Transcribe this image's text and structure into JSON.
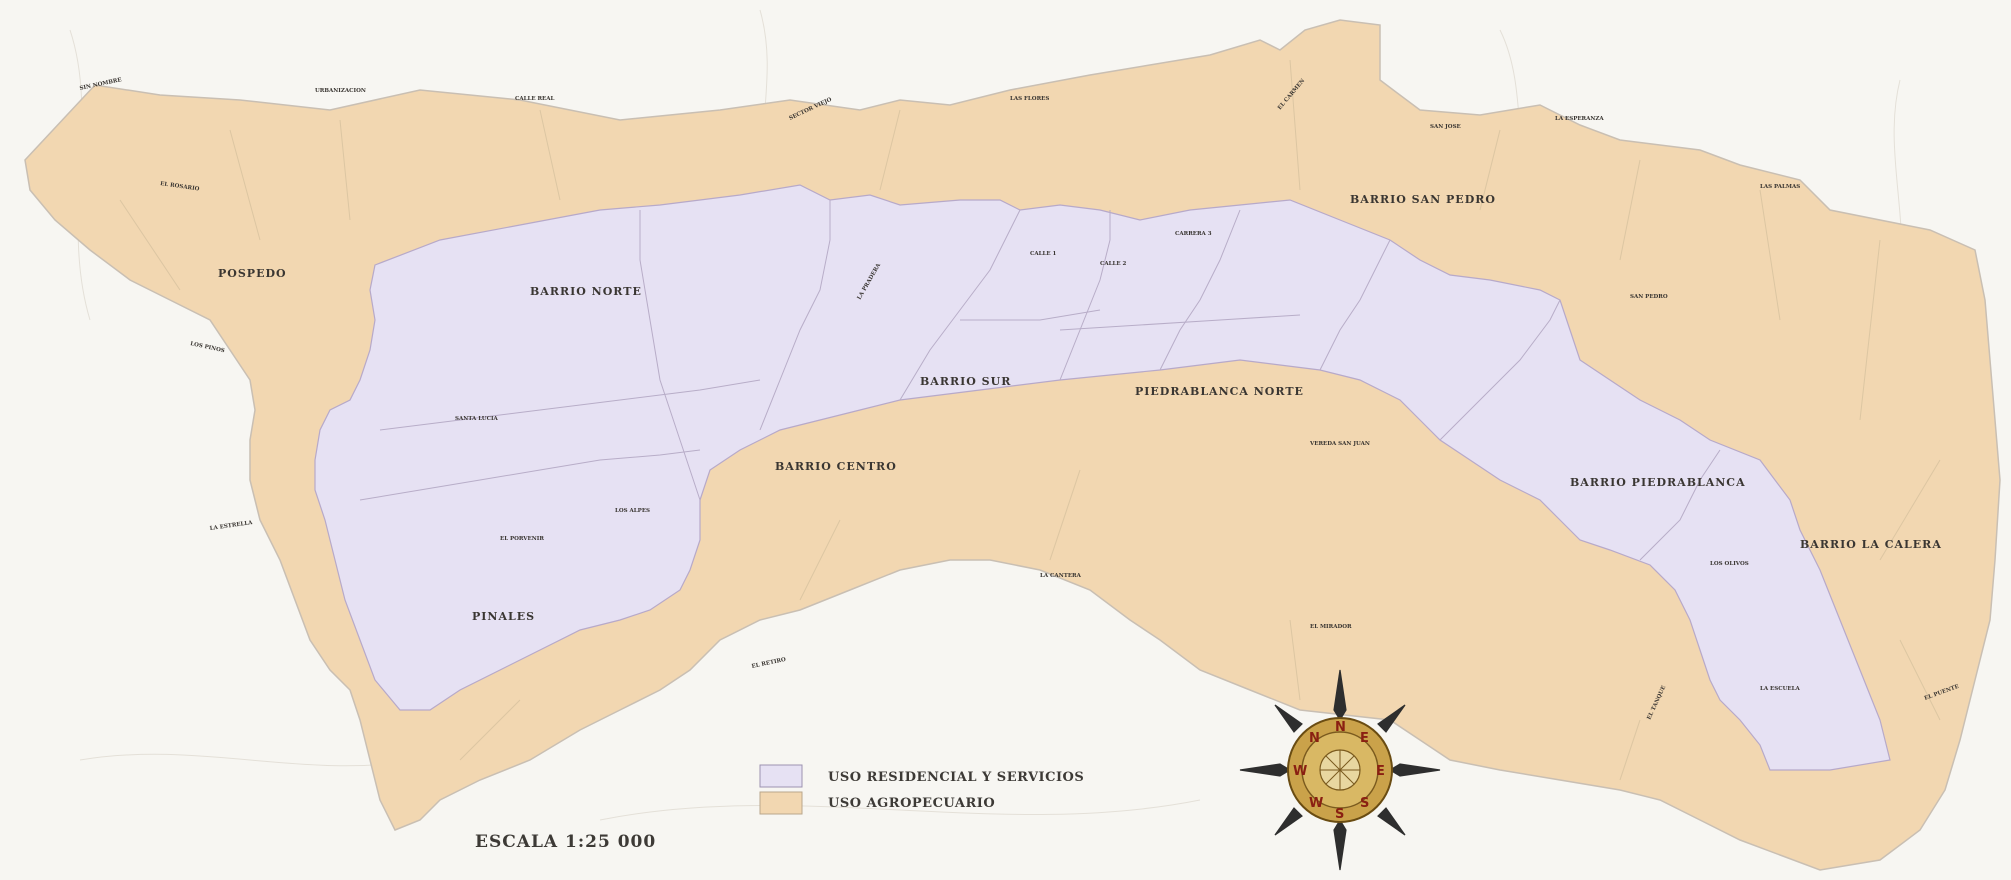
{
  "legend": {
    "items": [
      {
        "label": "USO RESIDENCIAL Y  SERVICIOS",
        "color": "#e6e1f3"
      },
      {
        "label": "USO AGROPECUARIO",
        "color": "#f2d7b1"
      }
    ]
  },
  "scale": {
    "label": "ESCALA 1:25 000"
  },
  "compass": {
    "letters": [
      "N",
      "E",
      "S",
      "W",
      "E",
      "S",
      "W",
      "N"
    ]
  },
  "colors": {
    "agricultural": "#f2d7b1",
    "residential": "#e6e1f3",
    "background": "#f7f6f2",
    "boundary": "#c9bfb3"
  },
  "labels": {
    "barrio_norte": "BARRIO NORTE",
    "barrio_sur": "BARRIO SUR",
    "barrio_centro": "BARRIO CENTRO",
    "barrio_san_pedro": "BARRIO SAN PEDRO",
    "barrio_piedrablanca": "BARRIO PIEDRABLANCA",
    "barrio_la_calera": "BARRIO LA CALERA",
    "piedrablanca_norte": "PIEDRABLANCA NORTE",
    "pinales": "PINALES",
    "pospedo": "POSPEDO",
    "small": [
      "SIN NOMBRE",
      "URBANIZACION",
      "CALLE REAL",
      "SECTOR VIEJO",
      "LAS FLORES",
      "EL CARMEN",
      "SAN JOSE",
      "LA ESPERANZA",
      "LAS PALMAS",
      "EL ROSARIO",
      "LOS PINOS",
      "LA ESTRELLA",
      "SANTA LUCIA",
      "EL PORVENIR",
      "LOS ALPES",
      "LA PRADERA",
      "CALLE 1",
      "CALLE 2",
      "CARRERA 3",
      "VEREDA SAN JUAN",
      "LA CANTERA",
      "EL MIRADOR",
      "SAN PEDRO",
      "LOS OLIVOS",
      "EL TANQUE",
      "LA ESCUELA",
      "EL PUENTE",
      "EL RETIRO"
    ]
  }
}
